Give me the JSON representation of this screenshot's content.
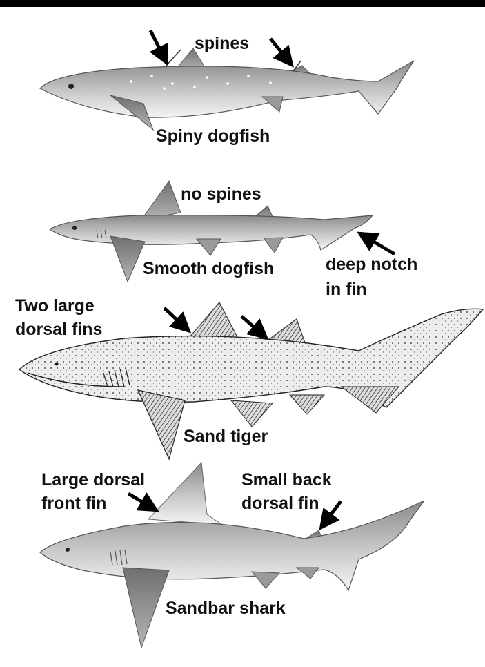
{
  "labels": {
    "spines": "spines",
    "spiny_dogfish": "Spiny dogfish",
    "no_spines": "no spines",
    "smooth_dogfish": "Smooth dogfish",
    "deep_notch_line1": "deep notch",
    "deep_notch_line2": "in fin",
    "two_large_line1": "Two large",
    "two_large_line2": "dorsal fins",
    "sand_tiger": "Sand tiger",
    "large_dorsal_line1": "Large dorsal",
    "large_dorsal_line2": "front fin",
    "small_back_line1": "Small back",
    "small_back_line2": "dorsal fin",
    "sandbar_shark": "Sandbar shark"
  },
  "colors": {
    "background": "#ffffff",
    "text": "#111111",
    "arrow": "#000000",
    "top_bar": "#000000"
  }
}
